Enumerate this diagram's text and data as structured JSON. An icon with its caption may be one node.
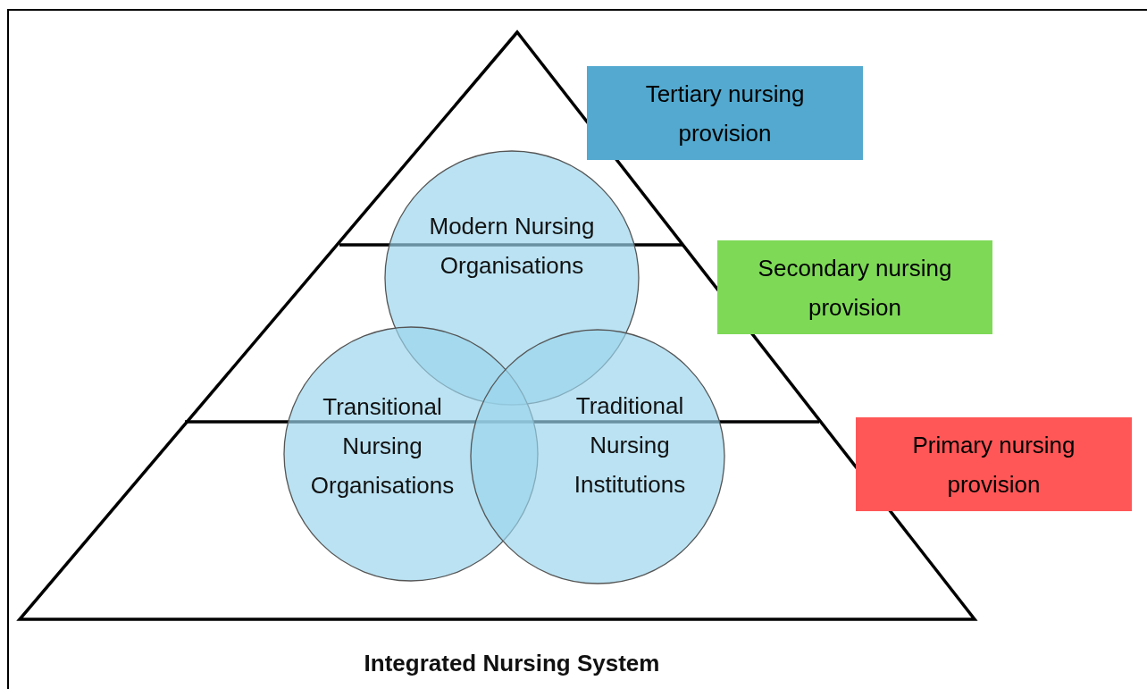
{
  "diagram": {
    "nodes": [
      {
        "text": [
          "Integrated Nursing System"
        ]
      },
      {
        "text": [
          "Modern Nursing Organisations"
        ],
        "in": 0
      },
      {
        "text": [
          "Transitional Nursing Organisations"
        ],
        "in": 0
      },
      {
        "text": [
          "Traditional Nursing Institutions"
        ],
        "in": 0
      },
      {
        "text": [
          "Tertiary nursing provision"
        ]
      },
      {
        "text": [
          "Secondary nursing provision"
        ]
      },
      {
        "text": [
          "Primary nursing provision"
        ]
      }
    ]
  }
}
